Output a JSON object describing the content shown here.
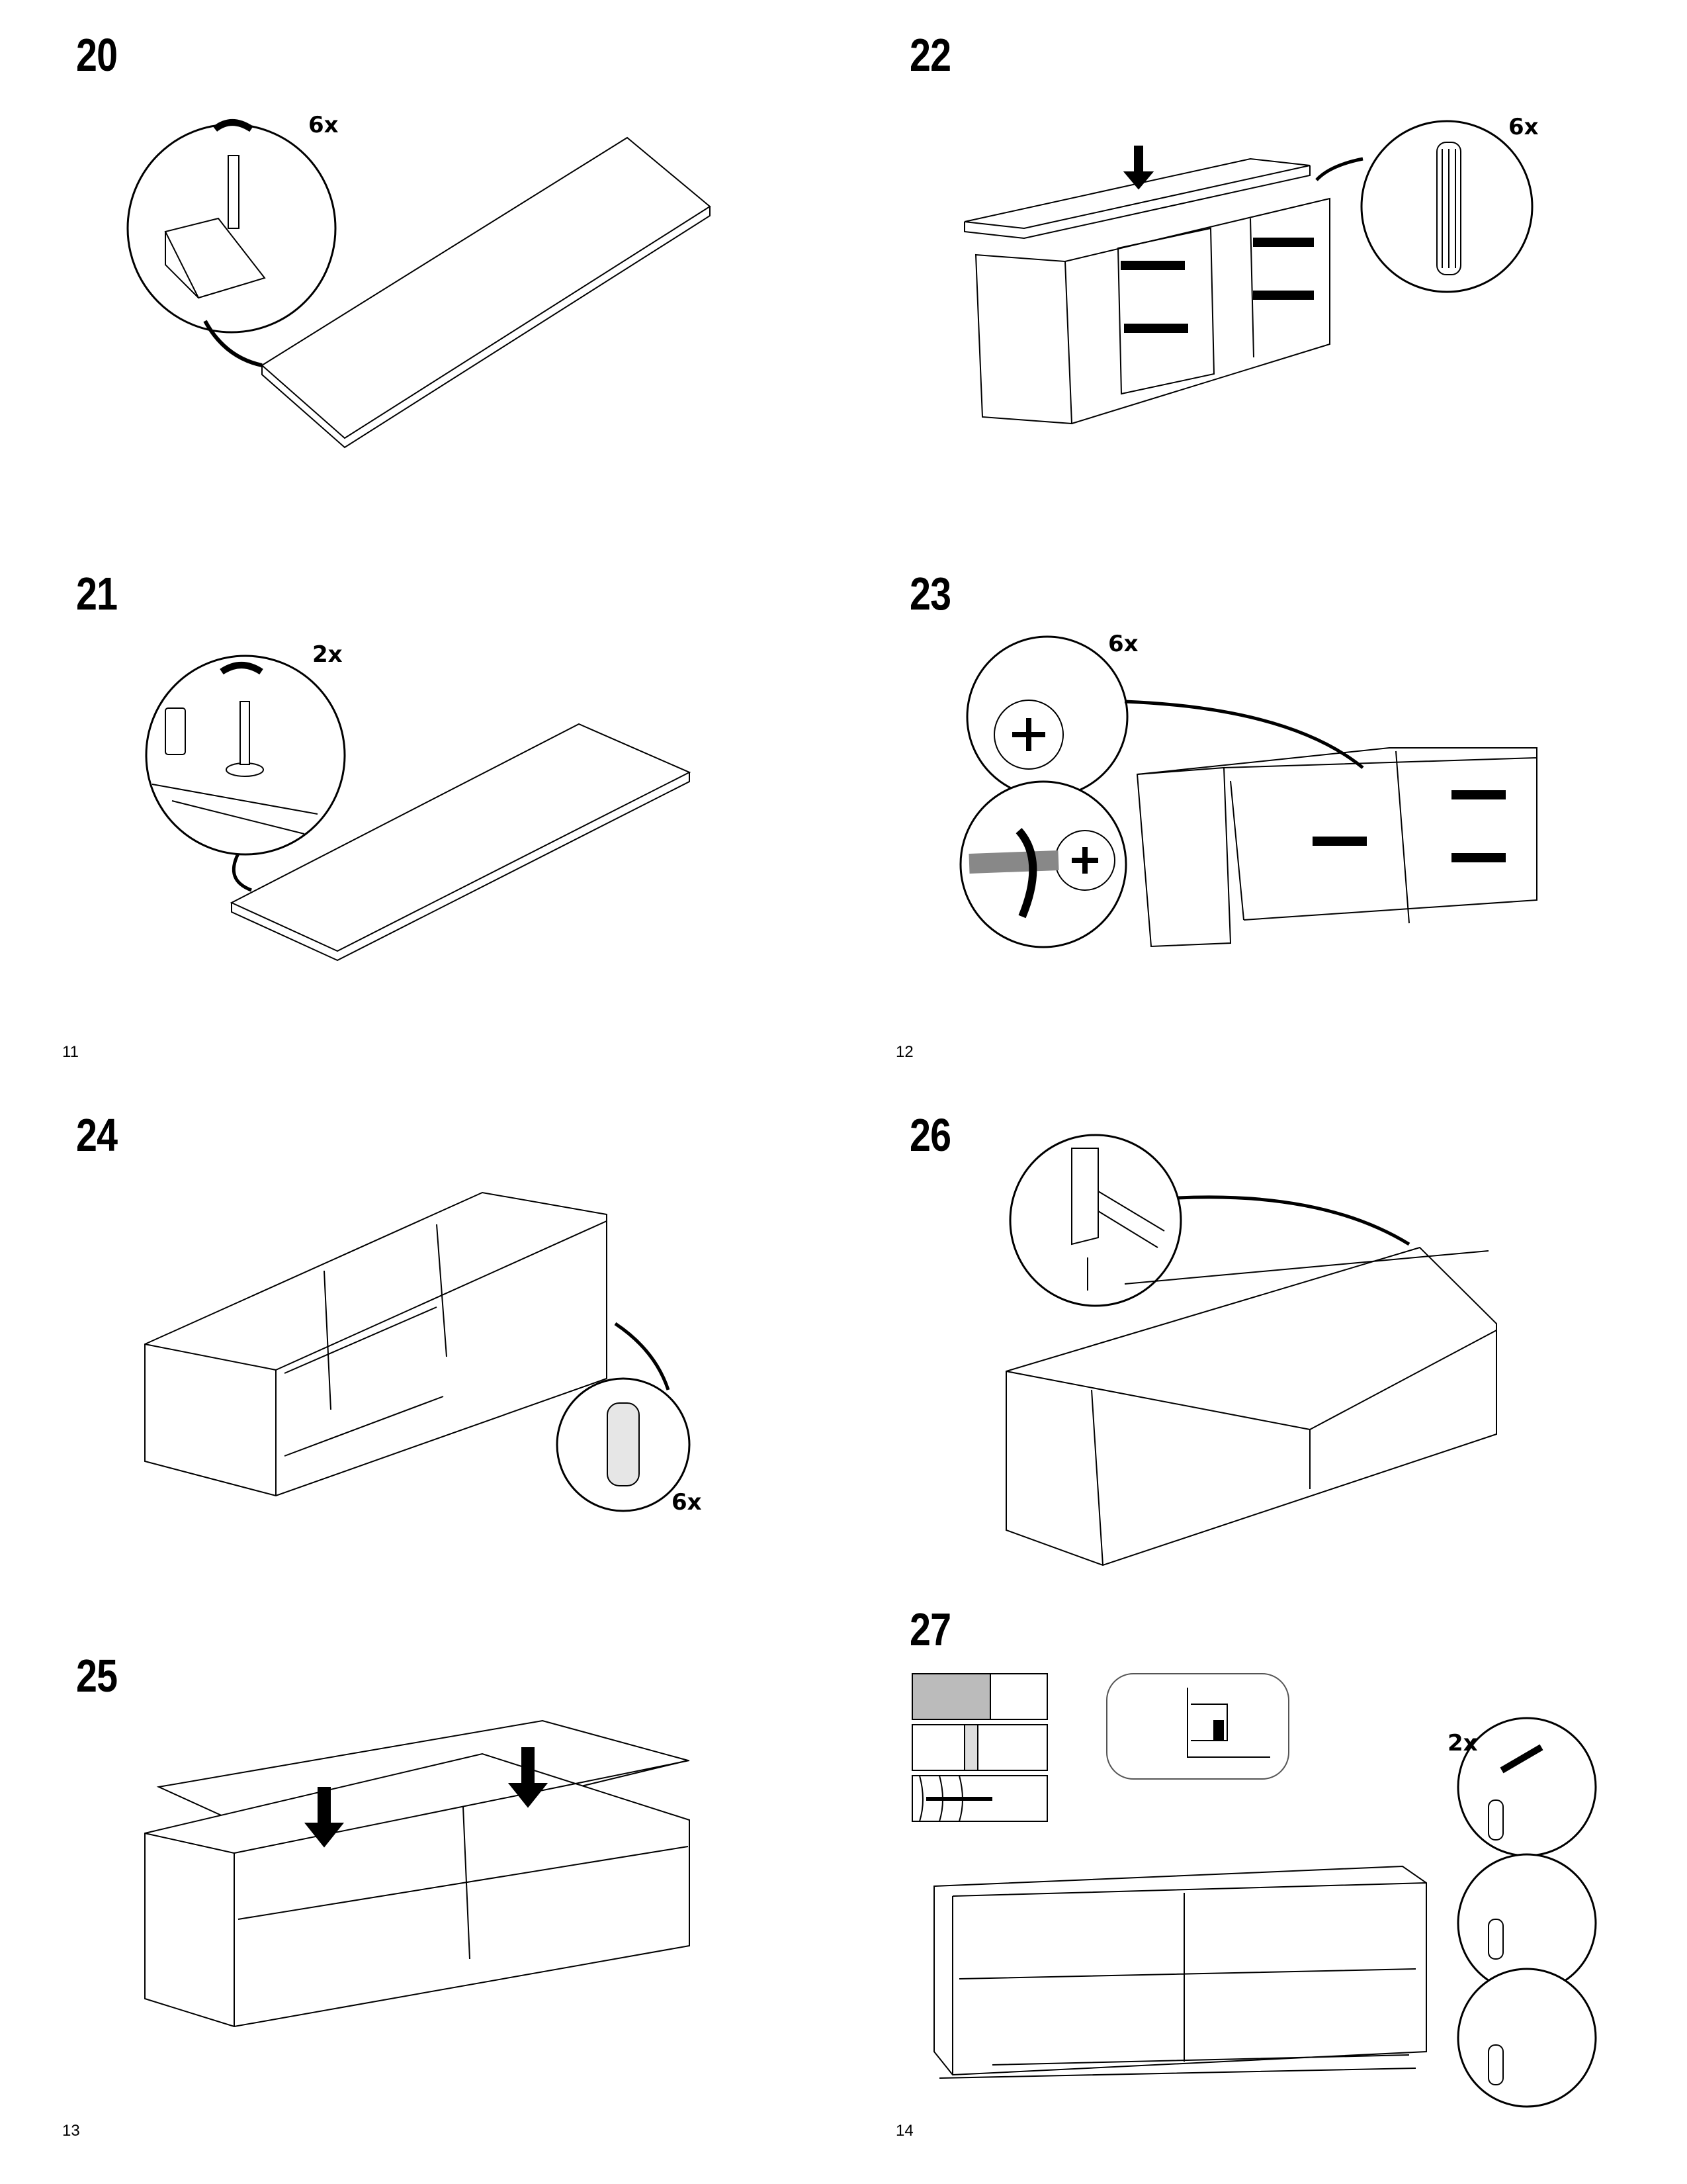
{
  "steps": [
    {
      "number": "20",
      "quantity": "6x"
    },
    {
      "number": "21",
      "quantity": "2x"
    },
    {
      "number": "22",
      "quantity": "6x"
    },
    {
      "number": "23",
      "quantity": "6x"
    },
    {
      "number": "24",
      "quantity": "6x"
    },
    {
      "number": "25"
    },
    {
      "number": "26"
    },
    {
      "number": "27",
      "quantity": "2x"
    }
  ],
  "page_numbers": [
    "11",
    "12",
    "13",
    "14"
  ],
  "colors": {
    "ink": "#000000",
    "paper": "#ffffff",
    "fill_gray": "#d9d9d9"
  }
}
